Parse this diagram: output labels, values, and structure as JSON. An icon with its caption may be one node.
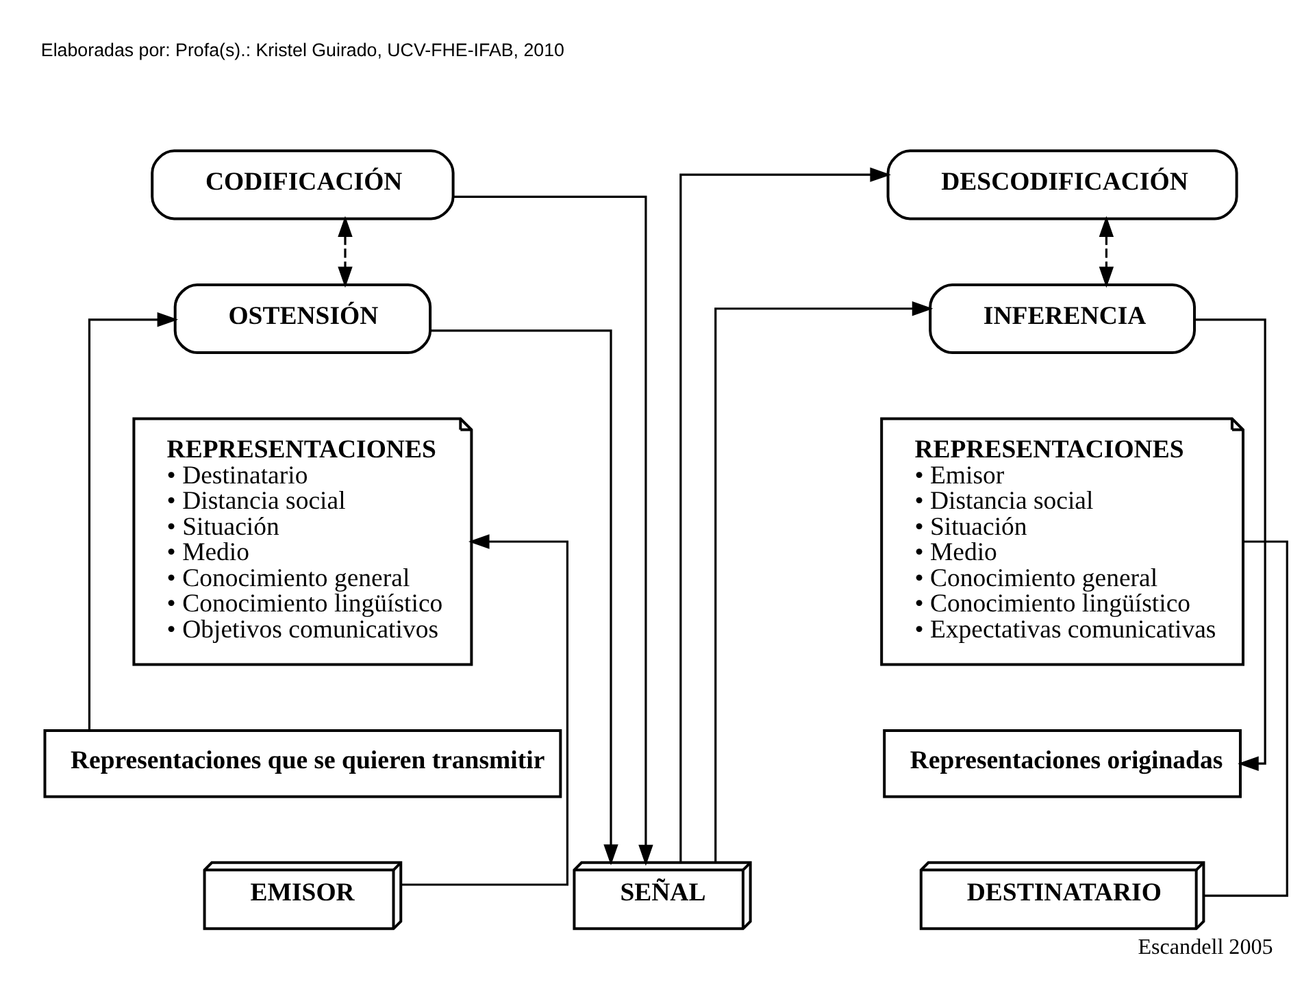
{
  "diagram": {
    "caption": "Escandell 2005",
    "nodes": [
      {
        "text": [
          "CODIFICACIÓN"
        ]
      },
      {
        "text": [
          "OSTENSIÓN"
        ]
      },
      {
        "text": [
          "REPRESENTACIONES",
          "• Destinatario",
          "• Distancia social",
          "• Situación",
          "• Medio",
          "• Conocimiento general",
          "• Conocimiento lingüístico",
          "• Objetivos comunicativos"
        ]
      },
      {
        "text": [
          "Representaciones que se quieren transmitir"
        ]
      },
      {
        "text": [
          "EMISOR"
        ]
      },
      {
        "text": [
          "SEÑAL"
        ]
      },
      {
        "text": [
          "DESCODIFICACIÓN"
        ]
      },
      {
        "text": [
          "INFERENCIA"
        ]
      },
      {
        "text": [
          "REPRESENTACIONES",
          "• Emisor",
          "• Distancia social",
          "• Situación",
          "• Medio",
          "• Conocimiento general",
          "• Conocimiento lingüístico",
          "• Expectativas comunicativas"
        ]
      },
      {
        "text": [
          "Representaciones originadas"
        ]
      },
      {
        "text": [
          "DESTINATARIO"
        ]
      }
    ],
    "edges": [
      {
        "from": 0,
        "to": 1,
        "arrow": "both",
        "style": "dashed"
      },
      {
        "from": 3,
        "to": 1,
        "arrow": "to"
      },
      {
        "from": 4,
        "to": 2,
        "arrow": "to"
      },
      {
        "from": 0,
        "to": 5,
        "arrow": "to"
      },
      {
        "from": 1,
        "to": 5,
        "arrow": "to"
      },
      {
        "from": 5,
        "to": 6,
        "arrow": "to"
      },
      {
        "from": 5,
        "to": 7,
        "arrow": "to"
      },
      {
        "from": 6,
        "to": 7,
        "arrow": "both",
        "style": "dashed"
      },
      {
        "from": 7,
        "to": 9,
        "arrow": "to"
      },
      {
        "from": 8,
        "to": 10,
        "arrow": "none"
      }
    ],
    "labels": [
      "Elaboradas por: Profa(s).: Kristel Guirado, UCV-FHE-IFAB, 2010"
    ]
  }
}
